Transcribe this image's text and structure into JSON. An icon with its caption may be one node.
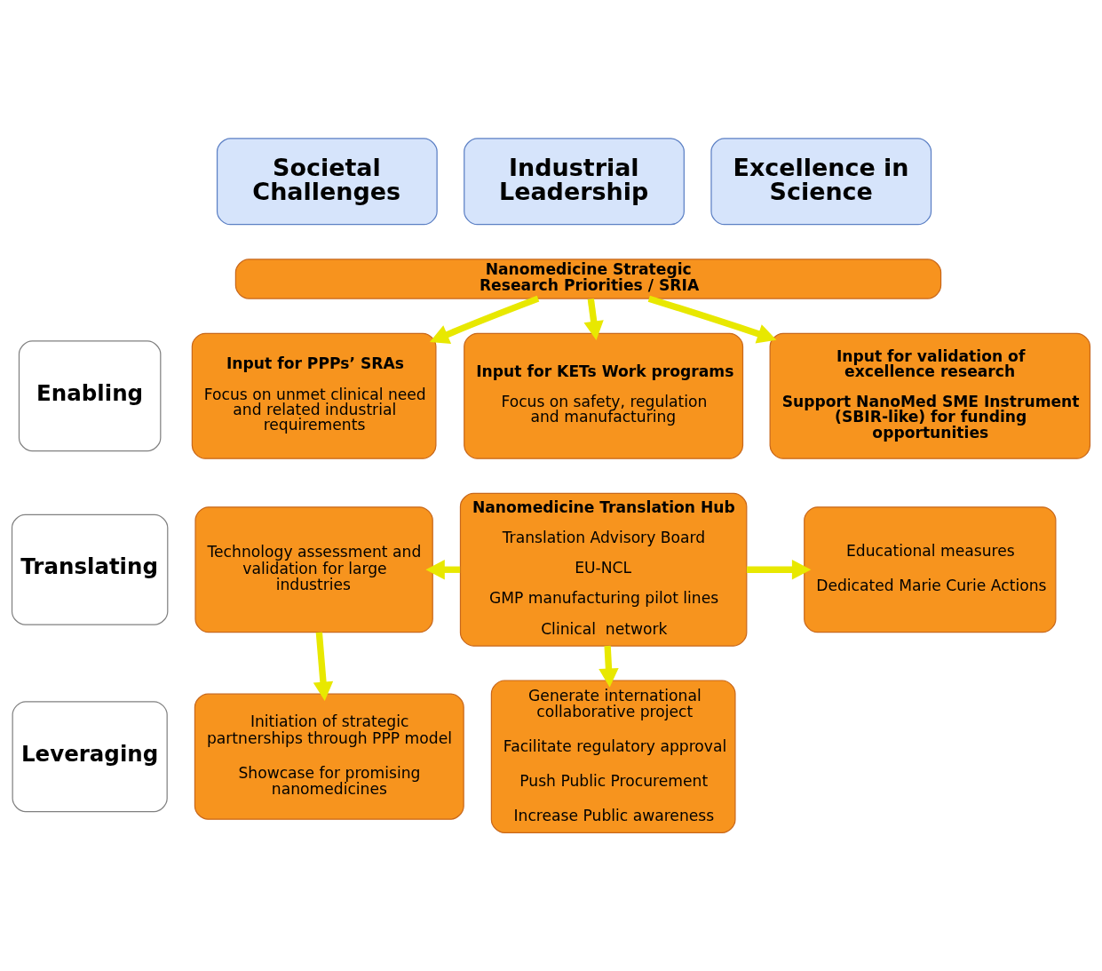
{
  "diagram": {
    "nodes": [
      {
        "text": [
          "Societal Challenges"
        ]
      },
      {
        "text": [
          "Industrial Leadership"
        ]
      },
      {
        "text": [
          "Excellence in Science"
        ]
      },
      {
        "text": [
          "Enabling"
        ]
      },
      {
        "text": [
          "Translating"
        ]
      },
      {
        "text": [
          "Leveraging"
        ]
      },
      {
        "text": [
          "Nanomedicine Strategic Research Priorities / SRIA"
        ]
      },
      {
        "text": [
          "Input for PPPs’ SRAs",
          "Focus on unmet clinical need and related industrial requirements"
        ]
      },
      {
        "text": [
          "Input for KETs Work programs",
          "Focus on safety, regulation and manufacturing"
        ]
      },
      {
        "text": [
          "Input for validation of excellence research",
          "Support NanoMed SME Instrument (SBIR-like) for funding opportunities"
        ]
      },
      {
        "text": [
          "Technology assessment and validation for large industries"
        ]
      },
      {
        "text": [
          "Nanomedicine Translation Hub",
          "Translation Advisory Board",
          "EU-NCL",
          "GMP manufacturing pilot lines",
          "Clinical  network"
        ]
      },
      {
        "text": [
          "Educational measures",
          "Dedicated Marie Curie Actions"
        ]
      },
      {
        "text": [
          "Initiation of strategic partnerships through PPP model",
          "Showcase for promising nanomedicines"
        ]
      },
      {
        "text": [
          "Generate international collaborative project",
          "Facilitate regulatory approval",
          "Push Public Procurement",
          "Increase Public awareness"
        ]
      }
    ],
    "edges": [
      {
        "from": 6,
        "to": 7,
        "arrow": "to"
      },
      {
        "from": 6,
        "to": 8,
        "arrow": "to"
      },
      {
        "from": 6,
        "to": 9,
        "arrow": "to"
      },
      {
        "from": 11,
        "to": 10,
        "arrow": "to"
      },
      {
        "from": 11,
        "to": 12,
        "arrow": "to"
      },
      {
        "from": 10,
        "to": 13,
        "arrow": "to"
      },
      {
        "from": 11,
        "to": 14,
        "arrow": "to"
      }
    ]
  }
}
